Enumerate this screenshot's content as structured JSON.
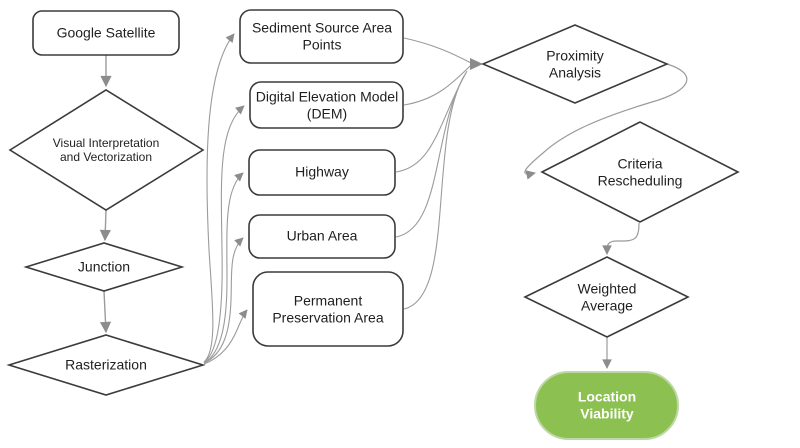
{
  "diagram": {
    "type": "flowchart",
    "nodes": {
      "google_satellite": {
        "label": "Google Satellite",
        "shape": "rounded-rectangle"
      },
      "visual_interpretation": {
        "label": "Visual Interpretation and Vectorization",
        "shape": "diamond"
      },
      "junction": {
        "label": "Junction",
        "shape": "diamond"
      },
      "rasterization": {
        "label": "Rasterization",
        "shape": "diamond"
      },
      "sediment_source": {
        "label": "Sediment Source Area Points",
        "shape": "rounded-rectangle"
      },
      "dem": {
        "label": "Digital Elevation Model (DEM)",
        "shape": "rounded-rectangle"
      },
      "highway": {
        "label": "Highway",
        "shape": "rounded-rectangle"
      },
      "urban_area": {
        "label": "Urban Area",
        "shape": "rounded-rectangle"
      },
      "permanent_preservation": {
        "label": "Permanent Preservation Area",
        "shape": "rounded-rectangle"
      },
      "proximity_analysis": {
        "label": "Proximity Analysis",
        "shape": "diamond"
      },
      "criteria_rescheduling": {
        "label": "Criteria Rescheduling",
        "shape": "diamond"
      },
      "weighted_average": {
        "label": "Weighted Average",
        "shape": "diamond"
      },
      "location_viability": {
        "label": "Location Viability",
        "shape": "stadium",
        "fill": "#8CC152",
        "text_color": "#ffffff"
      }
    },
    "edges": [
      {
        "from": "Google Satellite",
        "to": "Visual Interpretation and Vectorization"
      },
      {
        "from": "Visual Interpretation and Vectorization",
        "to": "Junction"
      },
      {
        "from": "Junction",
        "to": "Rasterization"
      },
      {
        "from": "Rasterization",
        "to": "Sediment Source Area Points"
      },
      {
        "from": "Rasterization",
        "to": "Digital Elevation Model (DEM)"
      },
      {
        "from": "Rasterization",
        "to": "Highway"
      },
      {
        "from": "Rasterization",
        "to": "Urban Area"
      },
      {
        "from": "Rasterization",
        "to": "Permanent Preservation Area"
      },
      {
        "from": "Sediment Source Area Points",
        "to": "Proximity Analysis"
      },
      {
        "from": "Digital Elevation Model (DEM)",
        "to": "Proximity Analysis"
      },
      {
        "from": "Highway",
        "to": "Proximity Analysis"
      },
      {
        "from": "Urban Area",
        "to": "Proximity Analysis"
      },
      {
        "from": "Permanent Preservation Area",
        "to": "Proximity Analysis"
      },
      {
        "from": "Proximity Analysis",
        "to": "Criteria Rescheduling"
      },
      {
        "from": "Criteria Rescheduling",
        "to": "Weighted Average"
      },
      {
        "from": "Weighted Average",
        "to": "Location Viability"
      }
    ],
    "colors": {
      "connector": "#9b9b9b",
      "arrowhead": "#8c8c8c",
      "shape_border": "#3b3b3b",
      "shape_fill": "#ffffff",
      "text": "#1f1f1f",
      "result_fill": "#8CC152",
      "result_border": "#bdd8a2",
      "result_text": "#ffffff"
    }
  }
}
